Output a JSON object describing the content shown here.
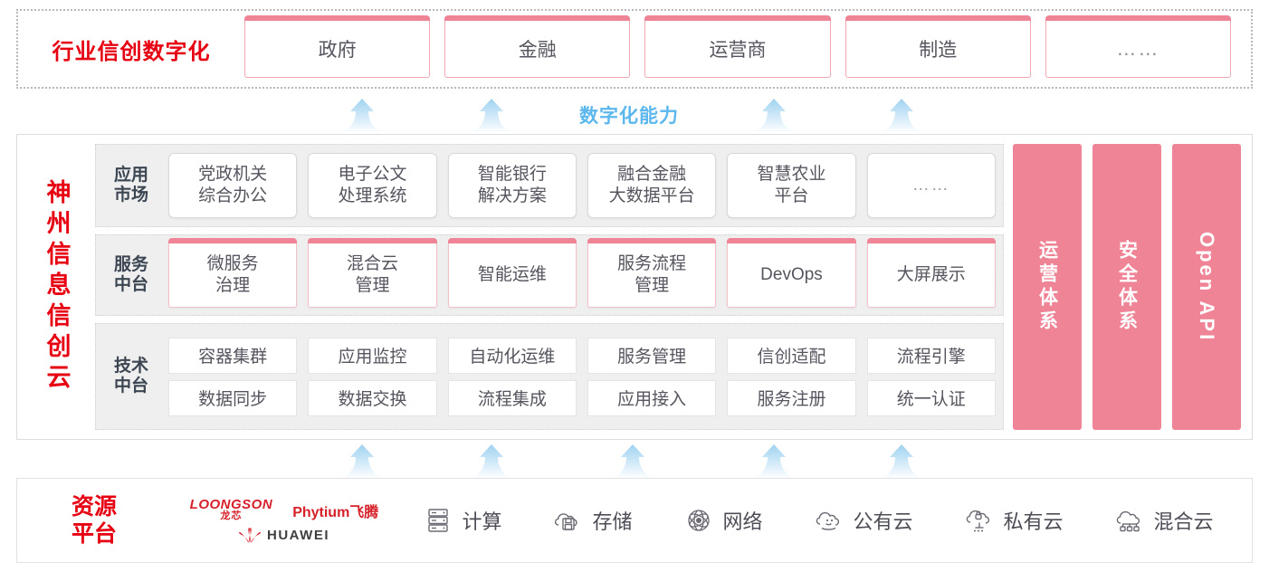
{
  "industry": {
    "title": "行业信创数字化",
    "tabs": [
      {
        "label": "政府"
      },
      {
        "label": "金融"
      },
      {
        "label": "运营商"
      },
      {
        "label": "制造"
      },
      {
        "label": "……"
      }
    ]
  },
  "capability": {
    "label": "数字化能力"
  },
  "cloud": {
    "title": "神州信息信创云",
    "tiers": [
      {
        "label": "应用\n市场",
        "label_lines": [
          "应用",
          "市场"
        ],
        "style": "plain",
        "cards": [
          {
            "lines": [
              "党政机关",
              "综合办公"
            ]
          },
          {
            "lines": [
              "电子公文",
              "处理系统"
            ]
          },
          {
            "lines": [
              "智能银行",
              "解决方案"
            ]
          },
          {
            "lines": [
              "融合金融",
              "大数据平台"
            ]
          },
          {
            "lines": [
              "智慧农业",
              "平台"
            ]
          },
          {
            "lines": [
              "……"
            ],
            "dots": true
          }
        ]
      },
      {
        "label_lines": [
          "服务",
          "中台"
        ],
        "style": "topbar",
        "cards": [
          {
            "lines": [
              "微服务",
              "治理"
            ]
          },
          {
            "lines": [
              "混合云",
              "管理"
            ]
          },
          {
            "lines": [
              "智能运维"
            ]
          },
          {
            "lines": [
              "服务流程",
              "管理"
            ]
          },
          {
            "lines": [
              "DevOps"
            ]
          },
          {
            "lines": [
              "大屏展示"
            ]
          }
        ]
      },
      {
        "label_lines": [
          "技术",
          "中台"
        ],
        "style": "grid",
        "rows": [
          [
            "容器集群",
            "应用监控",
            "自动化运维",
            "服务管理",
            "信创适配",
            "流程引擎"
          ],
          [
            "数据同步",
            "数据交换",
            "流程集成",
            "应用接入",
            "服务注册",
            "统一认证"
          ]
        ]
      }
    ],
    "pillars": [
      {
        "label": "运营体系",
        "vertical": true
      },
      {
        "label": "安全体系",
        "vertical": true
      },
      {
        "label": "Open API",
        "vertical": true
      }
    ]
  },
  "resource": {
    "title_lines": [
      "资源",
      "平台"
    ],
    "vendors": {
      "loongson_en": "LOONGSON",
      "loongson_cn": "龙芯",
      "phytium": "Phytium飞腾",
      "huawei": "HUAWEI"
    },
    "items": [
      {
        "icon": "server-rack-icon",
        "label": "计算"
      },
      {
        "icon": "cloud-storage-icon",
        "label": "存储"
      },
      {
        "icon": "network-mesh-icon",
        "label": "网络"
      },
      {
        "icon": "public-cloud-icon",
        "label": "公有云"
      },
      {
        "icon": "private-cloud-icon",
        "label": "私有云"
      },
      {
        "icon": "hybrid-cloud-icon",
        "label": "混合云"
      }
    ]
  },
  "colors": {
    "brand_red": "#e60012",
    "accent_pink": "#ef8496",
    "arrow_blue": "#5bb7ee",
    "tier_bg": "#efefef"
  }
}
